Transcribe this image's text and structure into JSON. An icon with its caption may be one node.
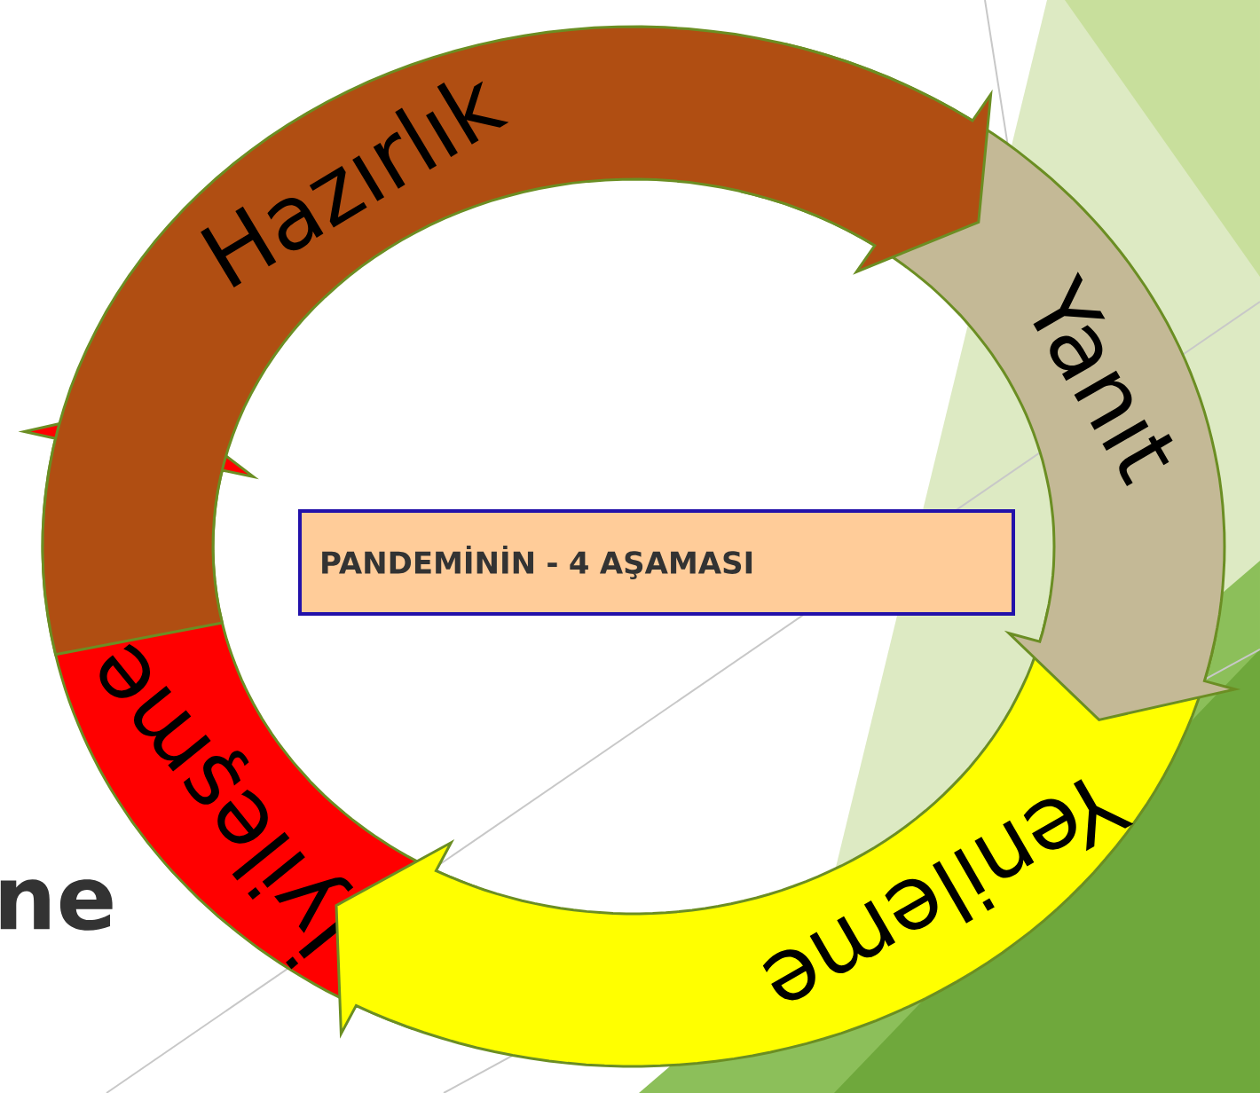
{
  "diagram": {
    "nodes": [
      {
        "text": [
          "Hazırlık"
        ]
      },
      {
        "text": [
          "Yanıt"
        ]
      },
      {
        "text": [
          "Yenileme"
        ]
      },
      {
        "text": [
          "İyileşme"
        ]
      },
      {
        "text": [
          "PANDEMİNİN - 4 AŞAMASI"
        ]
      }
    ],
    "labels": [
      "ne"
    ]
  }
}
